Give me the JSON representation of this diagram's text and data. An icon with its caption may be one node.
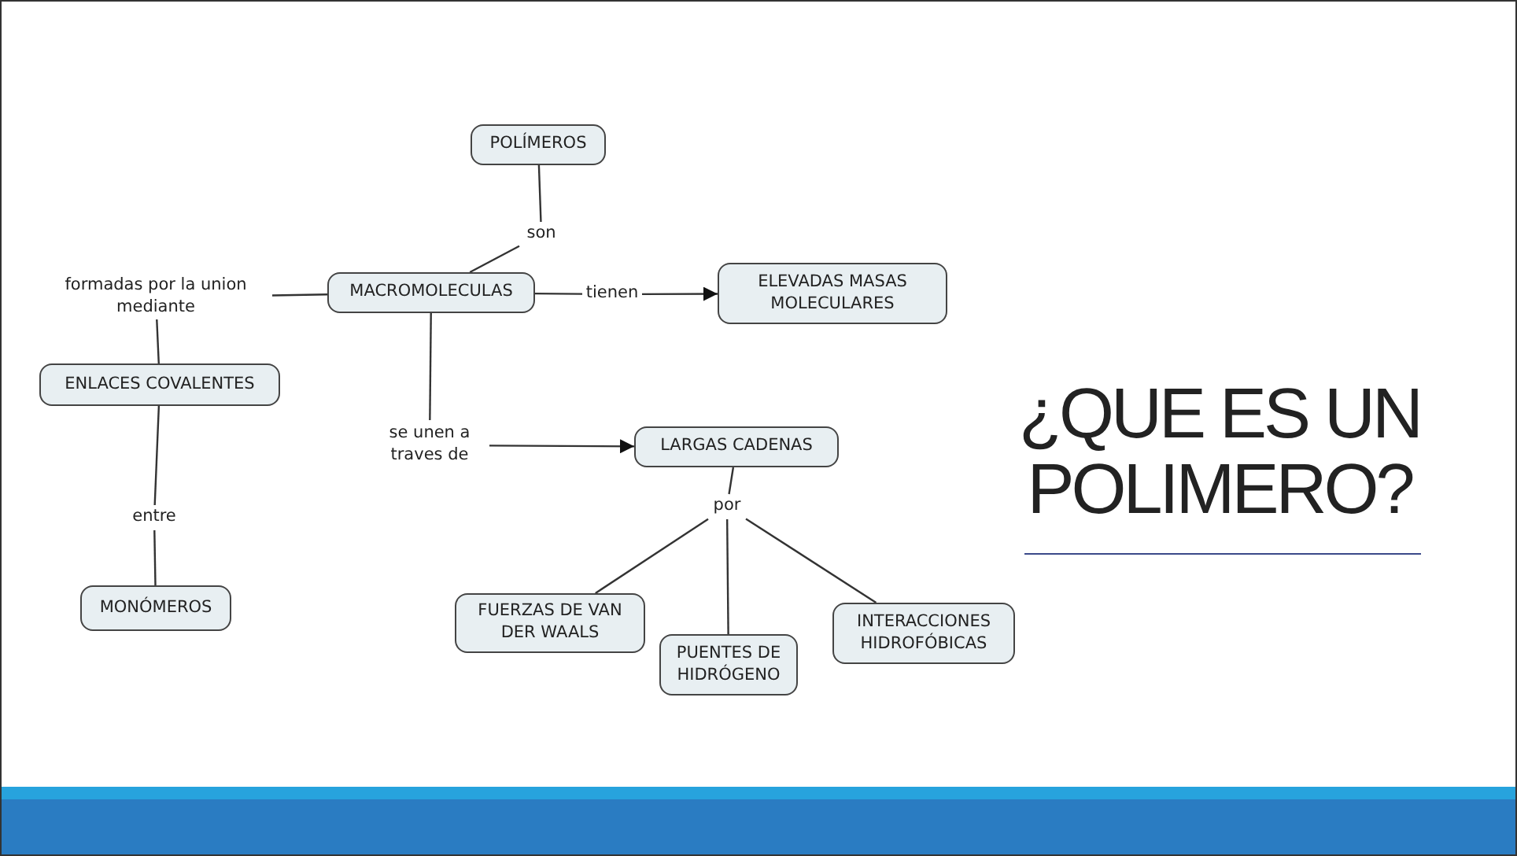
{
  "diagram": {
    "title": "¿QUE ES UN POLIMERO?",
    "nodes": [
      {
        "text": [
          "POLÍMEROS"
        ]
      },
      {
        "text": [
          "son"
        ]
      },
      {
        "text": [
          "formadas por la union mediante"
        ]
      },
      {
        "text": [
          "MACROMOLECULAS"
        ]
      },
      {
        "text": [
          "tienen"
        ]
      },
      {
        "text": [
          "ELEVADAS MASAS MOLECULARES"
        ]
      },
      {
        "text": [
          "ENLACES COVALENTES"
        ]
      },
      {
        "text": [
          "se unen a traves de"
        ]
      },
      {
        "text": [
          "LARGAS CADENAS"
        ]
      },
      {
        "text": [
          "entre"
        ]
      },
      {
        "text": [
          "por"
        ]
      },
      {
        "text": [
          "MONÓMEROS"
        ]
      },
      {
        "text": [
          "FUERZAS DE VAN DER WAALS"
        ]
      },
      {
        "text": [
          "PUENTES DE HIDRÓGENO"
        ]
      },
      {
        "text": [
          "INTERACCIONES HIDROFÓBICAS"
        ]
      }
    ],
    "edges": [
      {
        "from": 0,
        "to": 1,
        "arrow": "none"
      },
      {
        "from": 1,
        "to": 3,
        "arrow": "none"
      },
      {
        "from": 3,
        "to": 2,
        "arrow": "none"
      },
      {
        "from": 2,
        "to": 6,
        "arrow": "none"
      },
      {
        "from": 6,
        "to": 9,
        "arrow": "none"
      },
      {
        "from": 9,
        "to": 11,
        "arrow": "none"
      },
      {
        "from": 3,
        "to": 4,
        "arrow": "none"
      },
      {
        "from": 4,
        "to": 5,
        "arrow": "to"
      },
      {
        "from": 3,
        "to": 7,
        "arrow": "none"
      },
      {
        "from": 7,
        "to": 8,
        "arrow": "to"
      },
      {
        "from": 8,
        "to": 10,
        "arrow": "none"
      },
      {
        "from": 10,
        "to": 12,
        "arrow": "none"
      },
      {
        "from": 10,
        "to": 13,
        "arrow": "none"
      },
      {
        "from": 10,
        "to": 14,
        "arrow": "none"
      }
    ]
  }
}
